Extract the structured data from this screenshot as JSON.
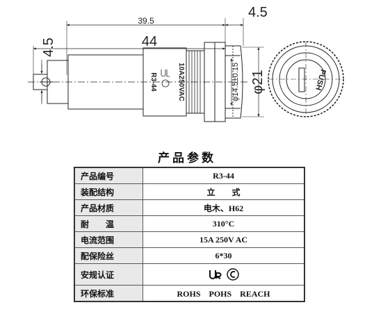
{
  "drawing": {
    "dims": {
      "d395": "39.5",
      "d44": "44",
      "d45_left": "4.5",
      "d45_right": "4.5",
      "d21": "φ21",
      "d145": "φ14.5±0.15"
    },
    "body_marking": {
      "rating": "10A250VAC",
      "model": "R3-44"
    },
    "cap_marking": "PUSH"
  },
  "spec": {
    "title": "产品参数",
    "rows": [
      {
        "key": "产品编号",
        "value": "R3-44"
      },
      {
        "key": "装配结构",
        "value": "立　　式"
      },
      {
        "key": "产品材质",
        "value": "电木、H62"
      },
      {
        "key": "耐　　温",
        "value": "310°C"
      },
      {
        "key": "电流范围",
        "value": "15A 250V AC"
      },
      {
        "key": "配保险丝",
        "value": "6*30"
      },
      {
        "key": "安规认证",
        "value": "",
        "cert_icons": [
          "ur-icon",
          "csa-icon"
        ]
      },
      {
        "key": "环保标准",
        "value": "ROHS　POHS　REACH"
      }
    ]
  }
}
